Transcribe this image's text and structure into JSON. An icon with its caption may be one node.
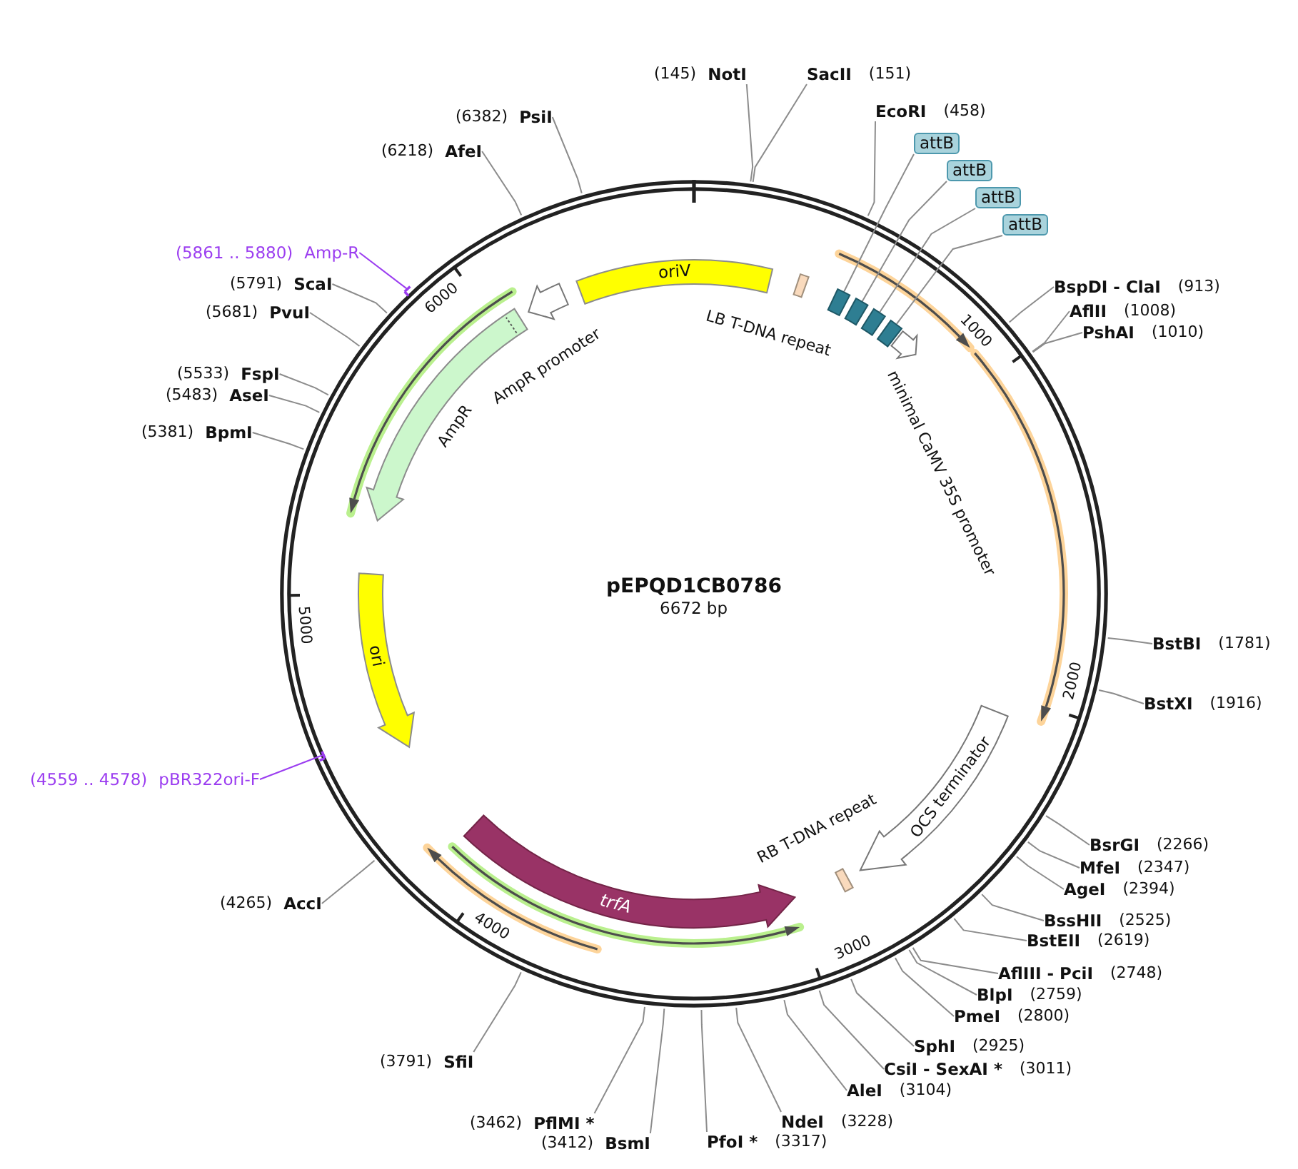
{
  "diagram": {
    "title": "pEPQD1CB0786",
    "nodes": [
      {
        "text": [
          "(145)",
          "NotI"
        ]
      },
      {
        "text": [
          "SacII",
          "(151)"
        ]
      },
      {
        "text": [
          "EcoRI",
          "(458)"
        ]
      },
      {
        "text": [
          "attB"
        ]
      },
      {
        "text": [
          "attB"
        ]
      },
      {
        "text": [
          "attB"
        ]
      },
      {
        "text": [
          "attB"
        ]
      },
      {
        "text": [
          "BspDI - ClaI",
          "(913)"
        ]
      },
      {
        "text": [
          "AflII",
          "(1008)"
        ]
      },
      {
        "text": [
          "PshAI",
          "(1010)"
        ]
      },
      {
        "text": [
          "BstBI",
          "(1781)"
        ]
      },
      {
        "text": [
          "BstXI",
          "(1916)"
        ]
      },
      {
        "text": [
          "BsrGI",
          "(2266)"
        ]
      },
      {
        "text": [
          "MfeI",
          "(2347)"
        ]
      },
      {
        "text": [
          "AgeI",
          "(2394)"
        ]
      },
      {
        "text": [
          "BssHII",
          "(2525)"
        ]
      },
      {
        "text": [
          "BstEII",
          "(2619)"
        ]
      },
      {
        "text": [
          "AflIII - PciI",
          "(2748)"
        ]
      },
      {
        "text": [
          "BlpI",
          "(2759)"
        ]
      },
      {
        "text": [
          "PmeI",
          "(2800)"
        ]
      },
      {
        "text": [
          "SphI",
          "(2925)"
        ]
      },
      {
        "text": [
          "CsiI - SexAI *",
          "(3011)"
        ]
      },
      {
        "text": [
          "AleI",
          "(3104)"
        ]
      },
      {
        "text": [
          "NdeI",
          "(3228)"
        ]
      },
      {
        "text": [
          "PfoI *",
          "(3317)"
        ]
      },
      {
        "text": [
          "(3412)",
          "BsmI"
        ]
      },
      {
        "text": [
          "(3462)",
          "PflMI *"
        ]
      },
      {
        "text": [
          "(3791)",
          "SfiI"
        ]
      },
      {
        "text": [
          "(4265)",
          "AccI"
        ]
      },
      {
        "text": [
          "(4559 .. 4578)",
          "pBR322ori-F"
        ]
      },
      {
        "text": [
          "(5381)",
          "BpmI"
        ]
      },
      {
        "text": [
          "(5483)",
          "AseI"
        ]
      },
      {
        "text": [
          "(5533)",
          "FspI"
        ]
      },
      {
        "text": [
          "(5681)",
          "PvuI"
        ]
      },
      {
        "text": [
          "(5791)",
          "ScaI"
        ]
      },
      {
        "text": [
          "(5861 .. 5880)",
          "Amp-R"
        ]
      },
      {
        "text": [
          "(6218)",
          "AfeI"
        ]
      },
      {
        "text": [
          "(6382)",
          "PsiI"
        ]
      },
      {
        "text": [],
        "shape": "bar"
      },
      {
        "text": [],
        "shape": "bar"
      },
      {
        "text": [
          "oriV"
        ]
      },
      {
        "text": [
          "LB T-DNA repeat"
        ]
      },
      {
        "text": [],
        "shape": "box"
      },
      {
        "text": [],
        "shape": "box"
      },
      {
        "text": [],
        "shape": "box"
      },
      {
        "text": [],
        "shape": "box"
      },
      {
        "text": [
          "minimal CaMV 35S promoter"
        ]
      },
      {
        "text": [
          "OCS terminator"
        ]
      },
      {
        "text": [
          "RB T-DNA repeat"
        ]
      },
      {
        "text": [
          "trfA"
        ]
      },
      {
        "text": [
          "ori"
        ]
      },
      {
        "text": [
          "AmpR"
        ]
      },
      {
        "text": [
          "AmpR promoter"
        ]
      }
    ],
    "edges": [
      {
        "from": 0,
        "to": null,
        "arrow": "none"
      },
      {
        "from": 1,
        "to": null,
        "arrow": "none"
      },
      {
        "from": 2,
        "to": null,
        "arrow": "none"
      },
      {
        "from": 3,
        "to": 42,
        "arrow": "none"
      },
      {
        "from": 4,
        "to": 43,
        "arrow": "none"
      },
      {
        "from": 5,
        "to": 44,
        "arrow": "none"
      },
      {
        "from": 6,
        "to": 45,
        "arrow": "none"
      },
      {
        "from": 7,
        "to": null,
        "arrow": "none"
      },
      {
        "from": 8,
        "to": null,
        "arrow": "none"
      },
      {
        "from": 9,
        "to": null,
        "arrow": "none"
      },
      {
        "from": 10,
        "to": null,
        "arrow": "none"
      },
      {
        "from": 11,
        "to": null,
        "arrow": "none"
      },
      {
        "from": 12,
        "to": null,
        "arrow": "none"
      },
      {
        "from": 13,
        "to": null,
        "arrow": "none"
      },
      {
        "from": 14,
        "to": null,
        "arrow": "none"
      },
      {
        "from": 15,
        "to": null,
        "arrow": "none"
      },
      {
        "from": 16,
        "to": null,
        "arrow": "none"
      },
      {
        "from": 17,
        "to": null,
        "arrow": "none"
      },
      {
        "from": 18,
        "to": null,
        "arrow": "none"
      },
      {
        "from": 19,
        "to": null,
        "arrow": "none"
      },
      {
        "from": 20,
        "to": null,
        "arrow": "none"
      },
      {
        "from": 21,
        "to": null,
        "arrow": "none"
      },
      {
        "from": 22,
        "to": null,
        "arrow": "none"
      },
      {
        "from": 23,
        "to": null,
        "arrow": "none"
      },
      {
        "from": 24,
        "to": null,
        "arrow": "none"
      },
      {
        "from": 25,
        "to": null,
        "arrow": "none"
      },
      {
        "from": 26,
        "to": null,
        "arrow": "none"
      },
      {
        "from": 27,
        "to": null,
        "arrow": "none"
      },
      {
        "from": 28,
        "to": null,
        "arrow": "none"
      },
      {
        "from": 29,
        "to": 39,
        "arrow": "none",
        "color": "#9b3df0"
      },
      {
        "from": 30,
        "to": null,
        "arrow": "none"
      },
      {
        "from": 31,
        "to": null,
        "arrow": "none"
      },
      {
        "from": 32,
        "to": null,
        "arrow": "none"
      },
      {
        "from": 33,
        "to": null,
        "arrow": "none"
      },
      {
        "from": 34,
        "to": null,
        "arrow": "none"
      },
      {
        "from": 35,
        "to": 38,
        "arrow": "none",
        "color": "#9b3df0"
      },
      {
        "from": 36,
        "to": null,
        "arrow": "none"
      },
      {
        "from": 37,
        "to": null,
        "arrow": "none"
      }
    ],
    "labels": [
      "6672 bp",
      "1000",
      "2000",
      "3000",
      "4000",
      "5000",
      "6000"
    ]
  }
}
